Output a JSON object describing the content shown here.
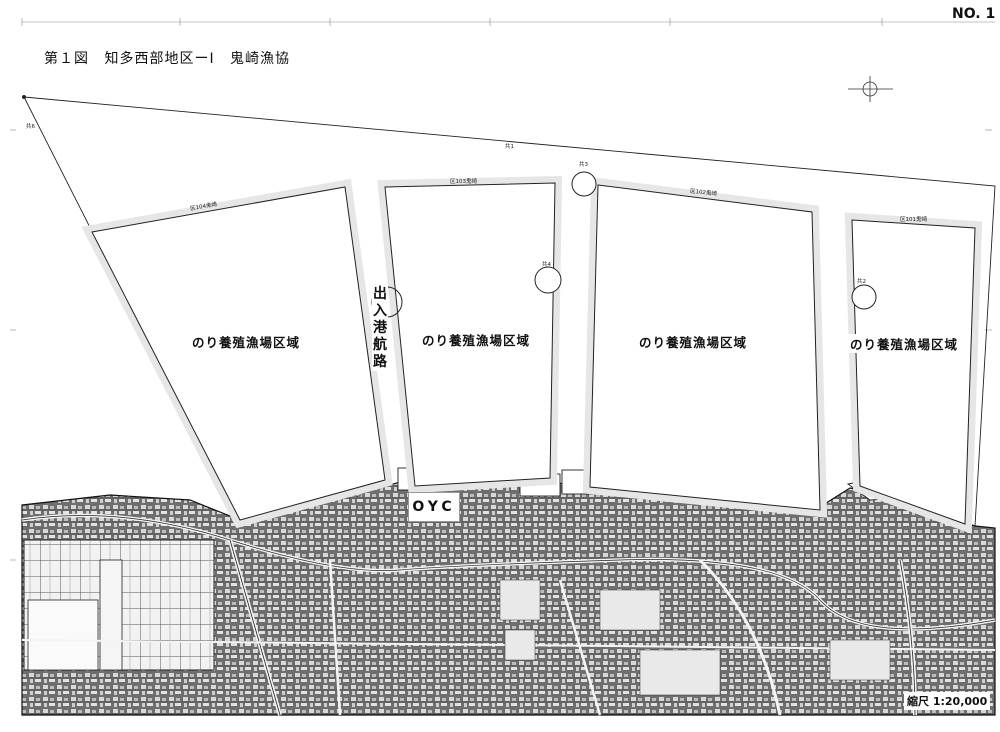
{
  "header": {
    "title_parts": [
      "第１図",
      "知多西部地区ーⅠ",
      "鬼崎漁協"
    ],
    "sheet_no": "NO. 1"
  },
  "zones": {
    "zone_labels": [
      "のり養殖漁場区域",
      "のり養殖漁場区域",
      "のり養殖漁場区域",
      "のり養殖漁場区域"
    ],
    "zone_codes": [
      "区104鬼崎",
      "区103鬼崎",
      "区102鬼崎",
      "区101鬼崎"
    ],
    "common_codes": [
      "共1",
      "共2",
      "共3",
      "共4",
      "共6"
    ]
  },
  "features": {
    "channel_label": [
      "出",
      "入",
      "港",
      "航",
      "路"
    ],
    "oyc": "OYC"
  },
  "scale": "縮尺 1:20,000",
  "colors": {
    "land": "#8a8a8a",
    "roads": "#ffffff",
    "ink": "#111111"
  }
}
